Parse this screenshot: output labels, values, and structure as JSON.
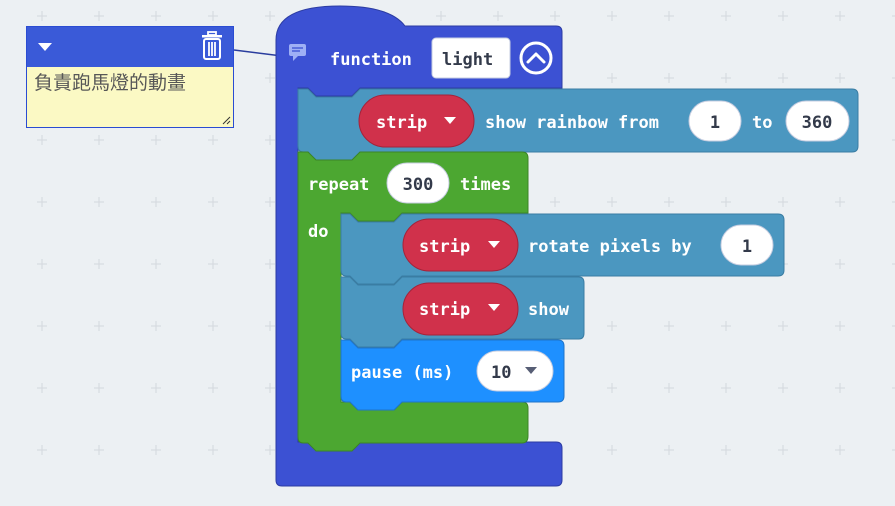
{
  "comment": {
    "text": "負責跑馬燈的動畫"
  },
  "function_block": {
    "keyword": "function",
    "name": "light"
  },
  "rainbow_block": {
    "strip_label": "strip",
    "label": "show rainbow from",
    "from_value": "1",
    "to_label": "to",
    "to_value": "360"
  },
  "repeat_block": {
    "repeat_label": "repeat",
    "count": "300",
    "times_label": "times",
    "do_label": "do"
  },
  "rotate_block": {
    "strip_label": "strip",
    "label": "rotate pixels by",
    "value": "1"
  },
  "show_block": {
    "strip_label": "strip",
    "label": "show"
  },
  "pause_block": {
    "label": "pause (ms)",
    "value": "10"
  },
  "colors": {
    "function": "#3c51d3",
    "neopixel": "#4b97c0",
    "strip_var": "#d0314b",
    "loop": "#4ca731",
    "basic": "#1e90ff",
    "comment_bg": "#fbf9c4"
  }
}
